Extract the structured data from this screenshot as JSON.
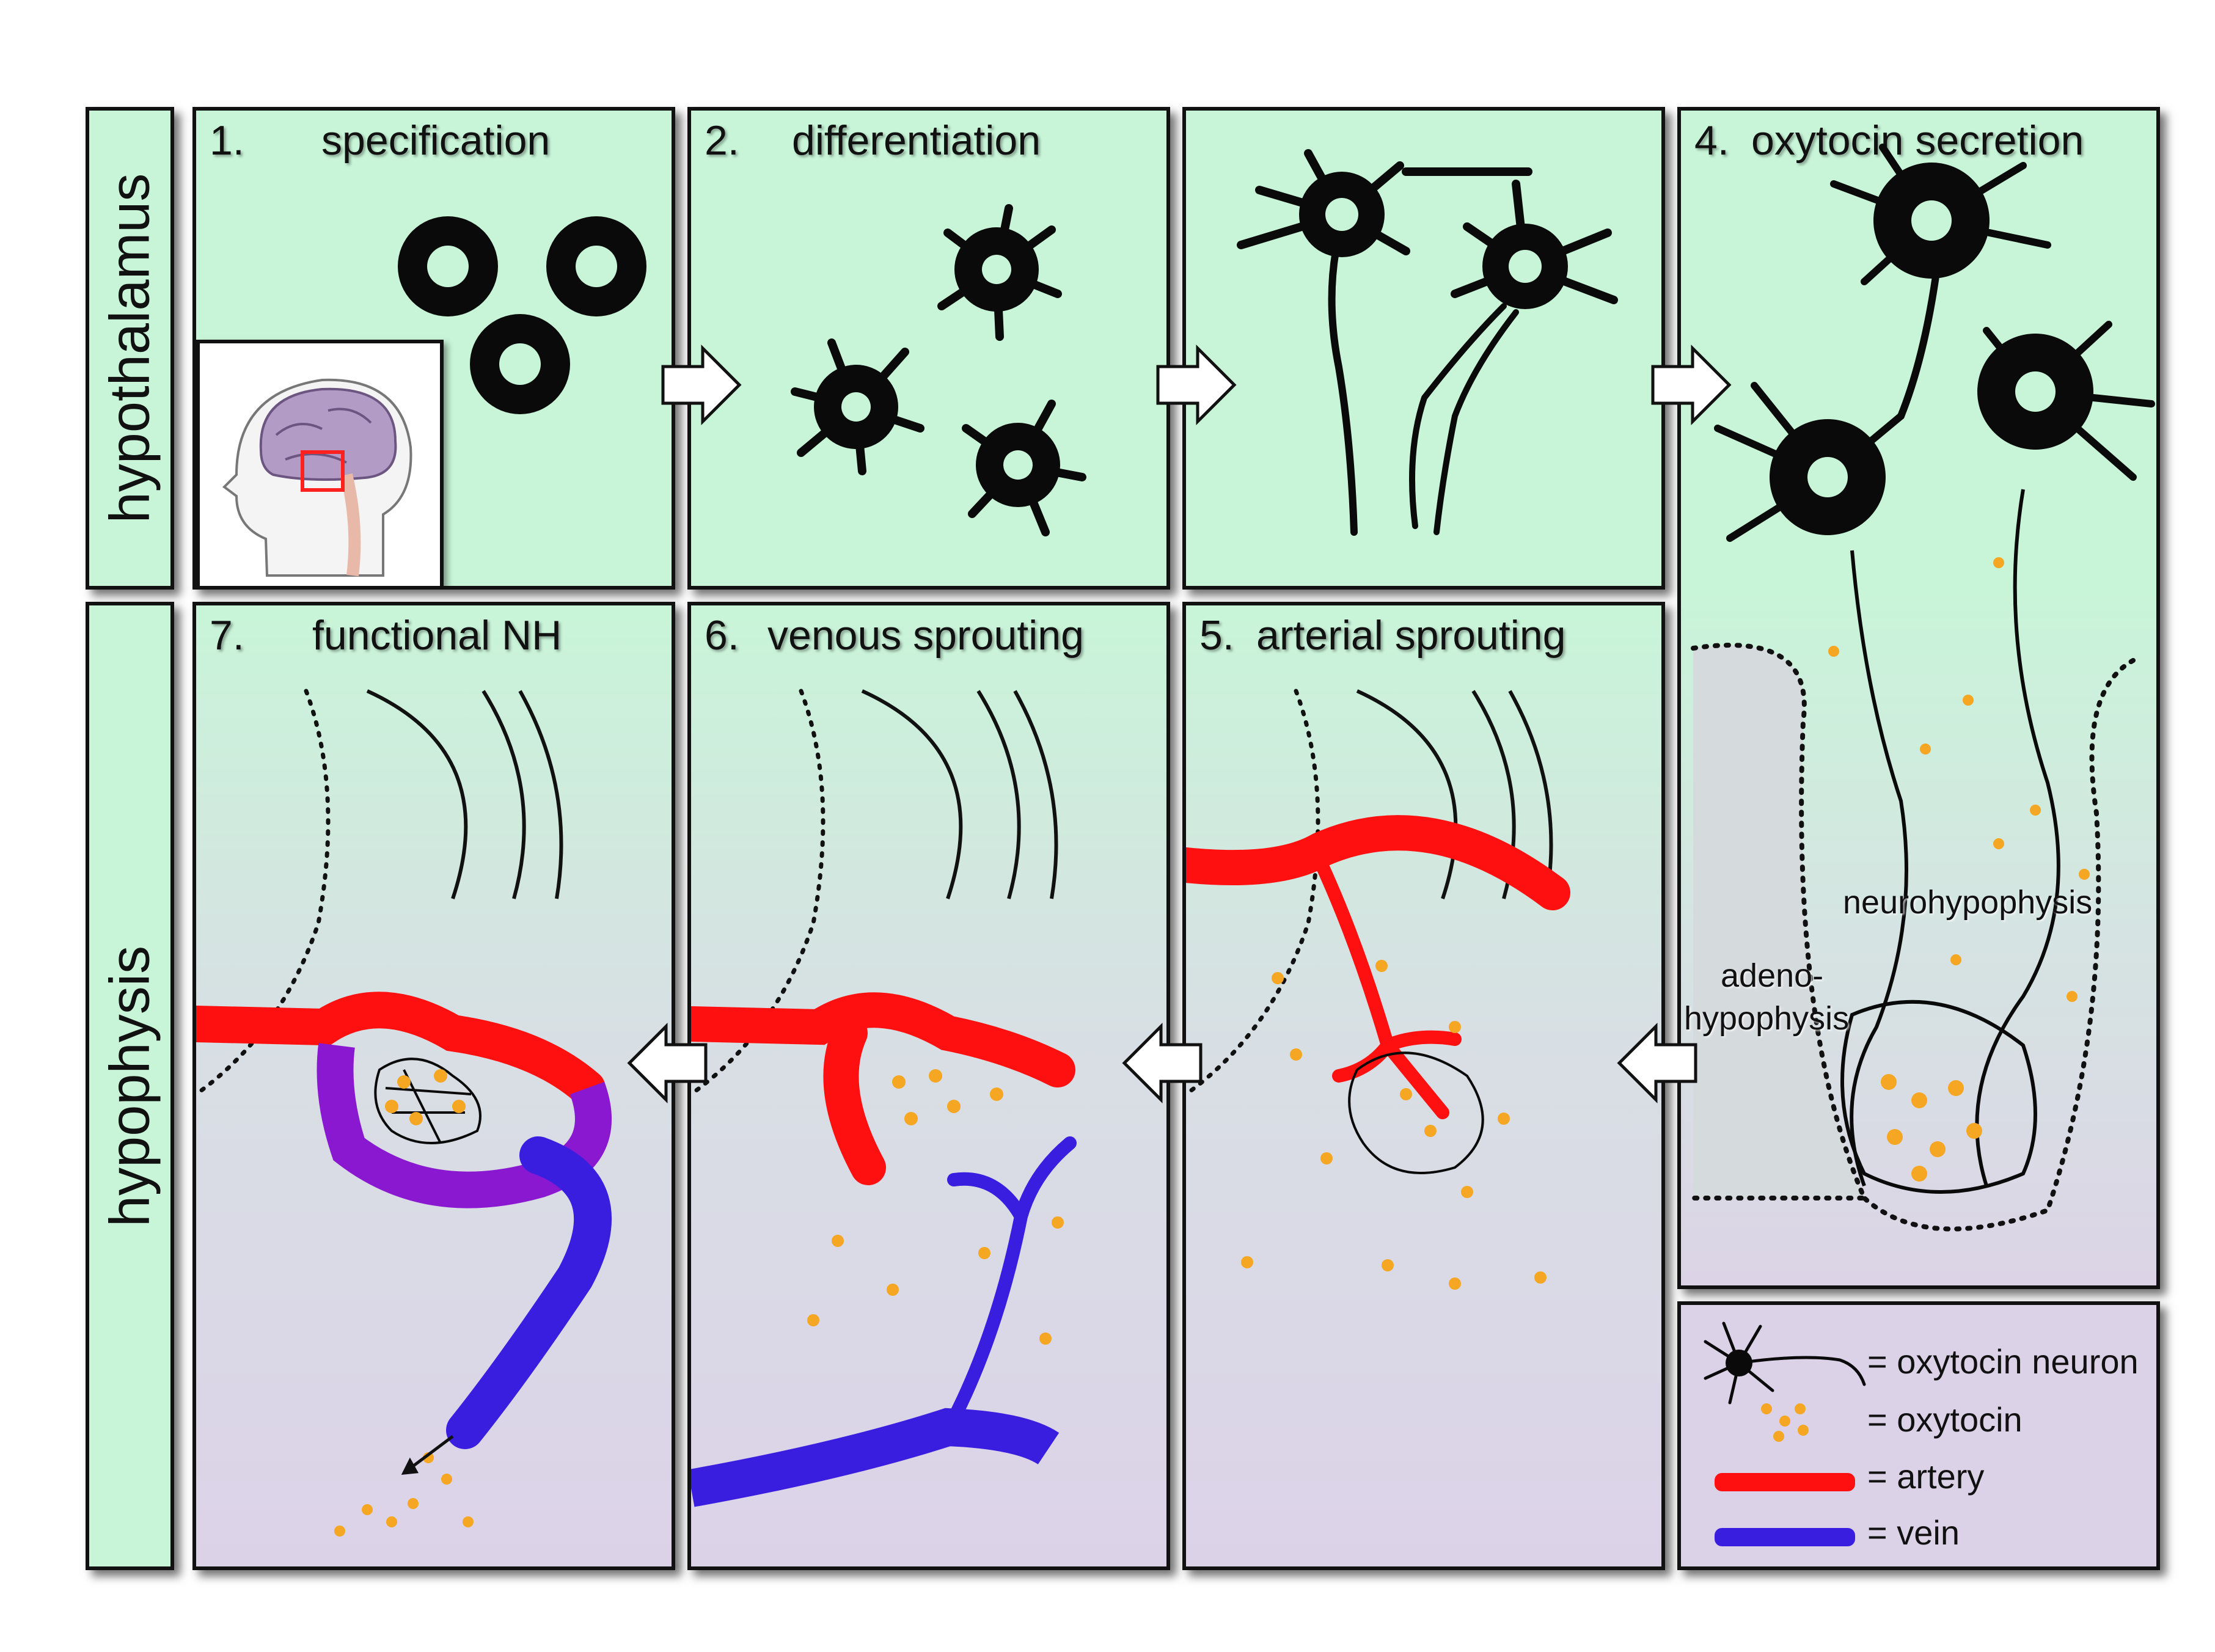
{
  "row_labels": {
    "top": "hypothalamus",
    "bottom": "hypophysis"
  },
  "panels": {
    "p1": {
      "number": "1.",
      "title": "specification"
    },
    "p2": {
      "number": "2.",
      "title": "differentiation"
    },
    "p3": {
      "number": "",
      "title": ""
    },
    "p4": {
      "number": "4.",
      "title": "oxytocin secretion"
    },
    "p5": {
      "number": "5.",
      "title": "arterial sprouting"
    },
    "p6": {
      "number": "6.",
      "title": "venous sprouting"
    },
    "p7": {
      "number": "7.",
      "title": "functional NH"
    }
  },
  "region_labels": {
    "neuro": "neurohypophysis",
    "adeno_1": "adeno-",
    "adeno_2": "hypophysis"
  },
  "legend": {
    "neuron": "= oxytocin neuron",
    "oxytocin": "= oxytocin",
    "artery": "= artery",
    "vein": "= vein"
  },
  "colors": {
    "artery": "#ff1010",
    "vein": "#3a1ee0",
    "oxytocin": "#f5a623",
    "panel_bg": "#c8f5d8",
    "neuron": "#0a0a0a"
  },
  "icons": [
    "brain-head-icon",
    "arrow-right-icon",
    "arrow-left-icon"
  ]
}
